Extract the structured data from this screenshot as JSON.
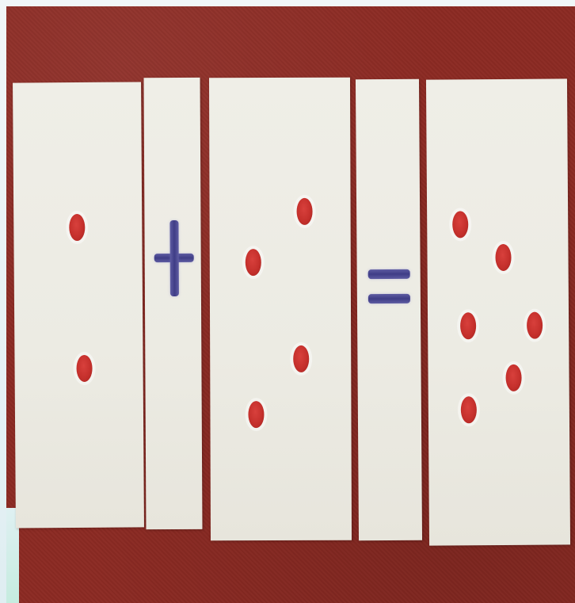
{
  "scene": {
    "card_color": "#ECEBE3",
    "mat_color": "#8C2A23",
    "dot_color": "#C5302C",
    "symbol_color": "#3F3D86"
  },
  "equation": {
    "left_count": 2,
    "operator": "plus-sign-icon",
    "right_count": 4,
    "relation": "equals-sign-icon",
    "result_count": 6
  }
}
